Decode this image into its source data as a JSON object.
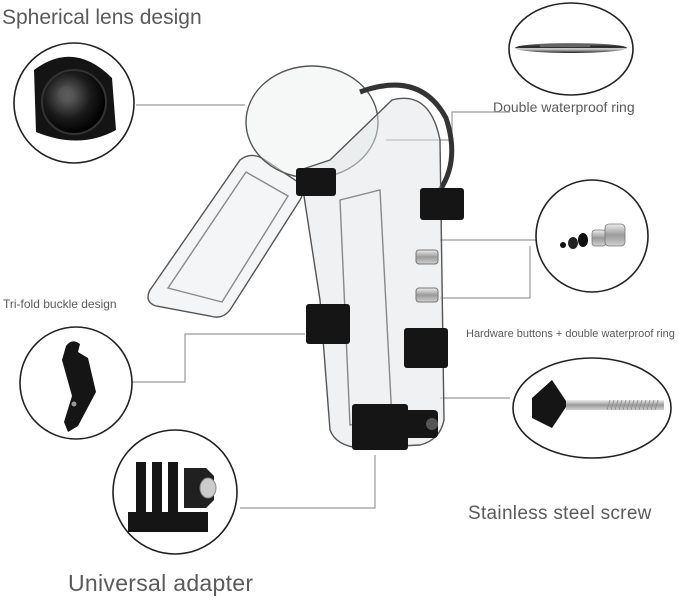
{
  "labels": {
    "spherical_lens": "Spherical lens design",
    "double_ring": "Double waterproof ring",
    "tri_fold": "Tri-fold buckle design",
    "hardware_buttons": "Hardware buttons + double waterproof ring",
    "steel_screw": "Stainless steel screw",
    "adapter": "Universal adapter"
  },
  "colors": {
    "callout_line": "#9a9a9a",
    "circle_stroke": "#222222",
    "part_black": "#151515",
    "clear_plastic": "#d8dde0"
  }
}
